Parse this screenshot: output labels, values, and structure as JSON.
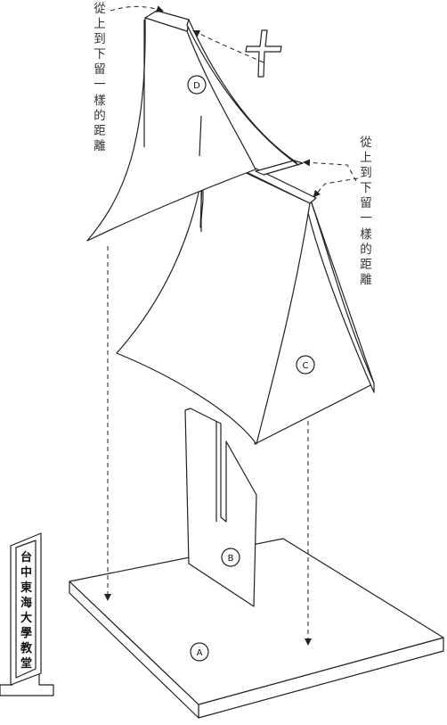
{
  "annotations": {
    "equal_spacing_left": "從上到下留一樣的距離",
    "equal_spacing_right": "從上到下留一樣的距離"
  },
  "part_labels": {
    "a": "A",
    "b": "B",
    "c": "C",
    "d": "D"
  },
  "sign": {
    "text": "台中東海大學教堂"
  }
}
